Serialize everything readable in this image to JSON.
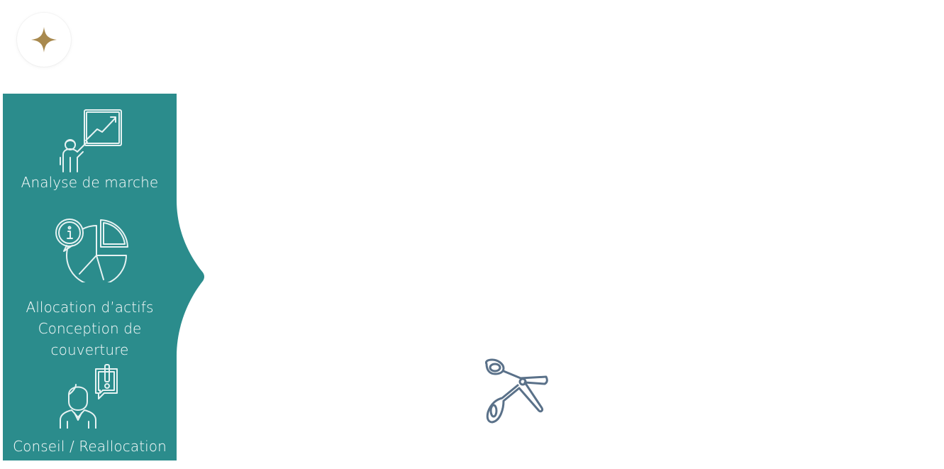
{
  "colors": {
    "sidebar": "#2b8c8c",
    "icon_stroke": "#e6f2f2",
    "accent_gold": "#a8894e",
    "scissors": "#5a7189"
  },
  "logo": {
    "icon": "sparkle-star-icon"
  },
  "steps": [
    {
      "icon": "market-analysis-icon",
      "label": "Analyse de marche"
    },
    {
      "icon": "pie-chart-info-icon",
      "label_line1": "Allocation d’actifs",
      "label_line2": "Conception de",
      "label_line3": "couverture"
    },
    {
      "icon": "advisor-alert-icon",
      "label": "Conseil / Reallocation"
    }
  ],
  "cursor": {
    "icon": "scissors-icon"
  }
}
